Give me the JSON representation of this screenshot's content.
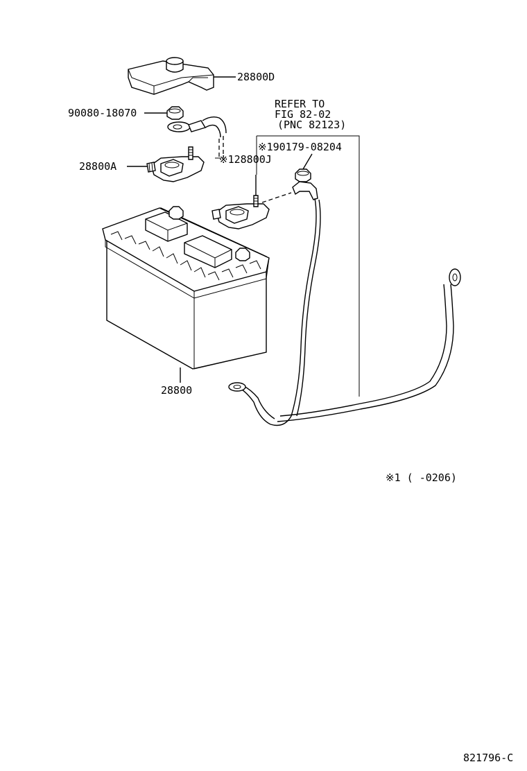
{
  "labels": {
    "cover": "28800D",
    "nut_cover": "90080-18070",
    "refer_line1": "REFER TO",
    "refer_line2": "FIG 82-02",
    "refer_line3": "(PNC 82123)",
    "cable_part": "※190179-08204",
    "terminal_wire": "※128800J",
    "clamp": "28800A",
    "battery": "28800",
    "footnote": "※1 (      -0206)",
    "figure_code": "821796-C"
  },
  "colors": {
    "line": "#000000",
    "background": "#ffffff"
  }
}
